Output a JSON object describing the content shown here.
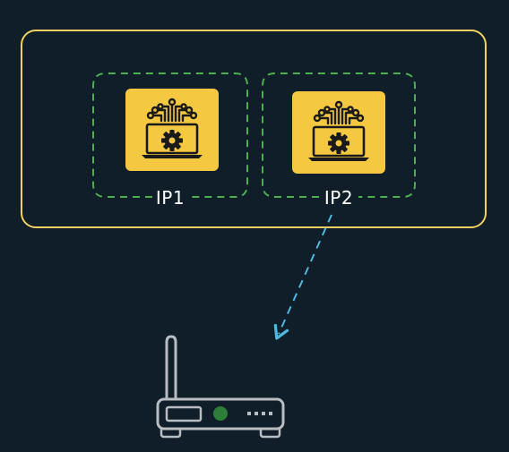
{
  "colors": {
    "background": "#0f1e29",
    "group_border": "#f2cf63",
    "node_border": "#4caf50",
    "node_tile": "#f5c842",
    "icon_ink": "#1a1a1a",
    "connector": "#4fb8e0",
    "router_stroke": "#b9bdc1",
    "router_led": "#2f7d3a"
  },
  "group": {
    "icon": "group-container"
  },
  "nodes": [
    {
      "label": "IP1",
      "icon": "laptop-gear-circuit-icon"
    },
    {
      "label": "IP2",
      "icon": "laptop-gear-circuit-icon"
    }
  ],
  "connector": {
    "from": "IP2",
    "to": "router",
    "style": "dashed-arrow"
  },
  "router": {
    "icon": "wifi-router-icon"
  }
}
